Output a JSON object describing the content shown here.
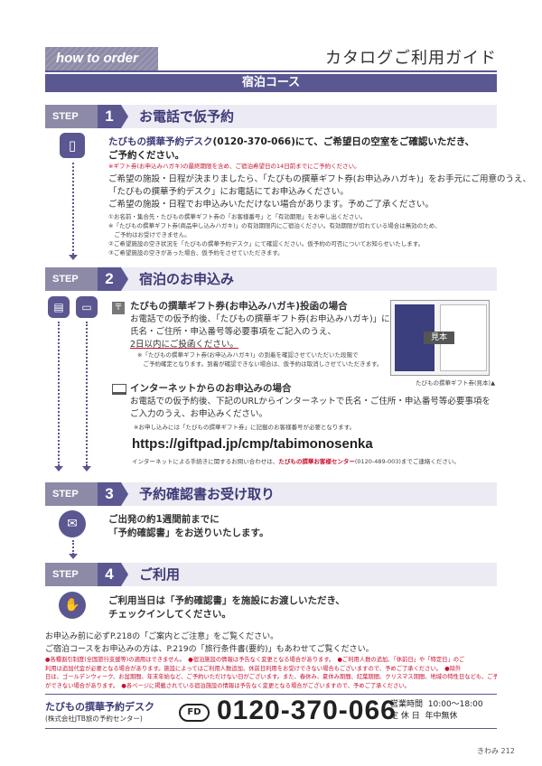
{
  "header": {
    "tab_label": "how to order",
    "title": "カタログご利用ガイド",
    "course": "宿泊コース"
  },
  "steps": [
    {
      "label": "STEP",
      "num": "1",
      "title": "お電話で仮予約"
    },
    {
      "label": "STEP",
      "num": "2",
      "title": "宿泊のお申込み"
    },
    {
      "label": "STEP",
      "num": "3",
      "title": "予約確認書お受け取り"
    },
    {
      "label": "STEP",
      "num": "4",
      "title": "ご利用"
    }
  ],
  "step1": {
    "lead_a": "たびもの撰華予約デスク",
    "lead_b": "(0120-370-066)にて、ご希望日の空室をご確認いただき、",
    "lead_c": "ご予約ください。",
    "red_note": "※ギフト券(お申込みハガキ)の最終期限を含め、ご宿泊希望日の14日前までにご予約ください。",
    "p1": "ご希望の施設・日程が決まりましたら、「たびもの撰華ギフト券(お申込みハガキ)」をお手元にご用意のうえ、",
    "p2": "「たびもの撰華予約デスク」にお電話にてお申込みください。",
    "p3": "ご希望の施設・日程でお申込みいただけない場合があります。予めご了承ください。",
    "n1": "①お名前・集合先・たびもの撰華ギフト券の「お客様番号」と「有効期限」をお申し出ください。",
    "n2": "※「たびもの撰華ギフト券(商品申し込みハガキ)」の有効期限内にご宿泊ください。有効期限が切れている場合は無効のため、",
    "n3": "　ご予約はお受けできません。",
    "n4": "②ご希望施設の空き状況を「たびもの撰華予約デスク」にて確認ください。仮予約の可否についてお知らせいたします。",
    "n5": "③ご希望施設の空きがあった場合、仮予約をさせていただきます。"
  },
  "step2": {
    "a_title": "たびもの撰華ギフト券(お申込みハガキ)投函の場合",
    "a1": "お電話での仮予約後、「たびもの撰華ギフト券(お申込みハガキ)」に",
    "a2": "氏名・ご住所・申込番号等必要事項をご記入のうえ、",
    "a3": "2日以内にご投函ください。",
    "a_n1": "※「たびもの撰華ギフト券(お申込みハガキ)」の到着を確認させていただいた段階で",
    "a_n2": "　ご予約確定となります。到着が確認できない場合は、仮予約は取消しさせていただきます。",
    "sample_badge": "見本",
    "sample_caption": "たびもの撰華ギフト券(見本)▲",
    "b_title": "インターネットからのお申込みの場合",
    "b1": "お電話での仮予約後、下記のURLからインターネットで氏名・ご住所・申込番号等必要事項を",
    "b2": "ご入力のうえ、お申込みください。",
    "b_n1": "※お申し込みには「たびもの撰華ギフト券」に記載のお客様番号が必要となります。",
    "url": "https://giftpad.jp/cmp/tabimonosenka",
    "inq_a": "インターネットによる手続きに関するお問い合わせは、",
    "inq_b": "たびもの撰華お客様センター",
    "inq_c": "(0120-489-003)までご連絡ください。"
  },
  "step3": {
    "l1": "ご出発の約1週間前までに",
    "l2": "「予約確認書」をお送りいたします。"
  },
  "step4": {
    "l1": "ご利用当日は「予約確認書」を施設にお渡しいただき、",
    "l2": "チェックインしてください。"
  },
  "notes": {
    "n1": "お申込み前に必ずP.218の「ご案内とご注意」をご覧ください。",
    "n2": "ご宿泊コースをお申込みの方は、P.219の「旅行条件書(要約)」もあわせてご覧ください。",
    "r1": "●各種割引制度(全国旅行支援等)の適用はできません。　●宿泊施設の情報は予告なく変更となる場合があります。　●ご利用人数の追加、「休前日」や「特定日」のご",
    "r2": "利用は追加代金が必要となる場合があります。施設によってはご利用人数追加、休前日利用をお受けできない場合もございますので、予めご了承ください。　●除外",
    "r3": "日は、ゴールデンウィーク、お盆期間、年末年始など、ご予約いただけない日がございます。また、春休み、夏休み期間、紅葉期間、クリスマス期間、地域の特性日なども、ご予約",
    "r4": "ができない場合があります。　●各ページに掲載されている宿泊施設の情報は予告なく変更となる場合がございますので、予めご了承ください。"
  },
  "footer": {
    "desk_name": "たびもの撰華予約デスク",
    "desk_sub": "(株式会社JTB旅の予約センター)",
    "freedial_logo": "FD",
    "phone": "0120-370-066",
    "hours_label": "営業時間",
    "hours": "10:00〜18:00",
    "closed_label": "定 休 日",
    "closed": "年中無休",
    "page_label": "きわみ",
    "page_num": "212"
  }
}
